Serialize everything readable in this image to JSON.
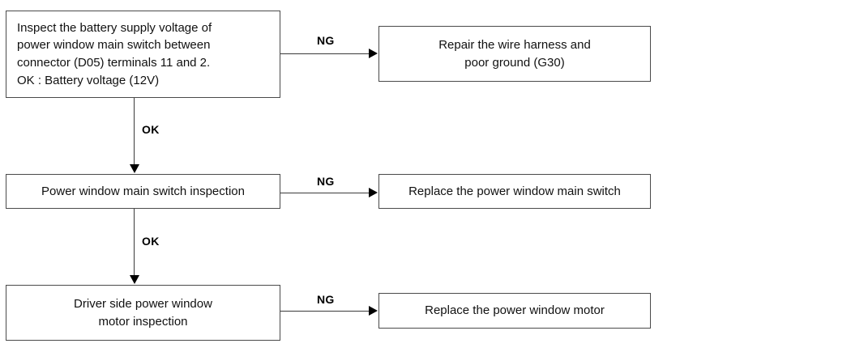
{
  "diagram": {
    "title": "Power window main switch diagnostic flowchart",
    "line_color": "#3a3a3a",
    "border_color": "#4a4a4a",
    "text_color": "#111111",
    "background": "#ffffff"
  },
  "nodes": {
    "inspect_voltage": {
      "text": "Inspect the battery supply voltage of\npower window main switch between\nconnector (D05) terminals 11 and 2.\nOK : Battery voltage (12V)"
    },
    "repair_harness": {
      "text": "Repair the wire harness and\npoor ground (G30)"
    },
    "main_switch_inspection": {
      "text": "Power window main switch inspection"
    },
    "replace_main_switch": {
      "text": "Replace the power window main switch"
    },
    "motor_inspection": {
      "text": "Driver side power window\nmotor  inspection"
    },
    "replace_motor": {
      "text": "Replace the power window motor"
    }
  },
  "edges": {
    "ng_1": {
      "label": "NG"
    },
    "ng_2": {
      "label": "NG"
    },
    "ng_3": {
      "label": "NG"
    },
    "ok_1": {
      "label": "OK"
    },
    "ok_2": {
      "label": "OK"
    }
  }
}
